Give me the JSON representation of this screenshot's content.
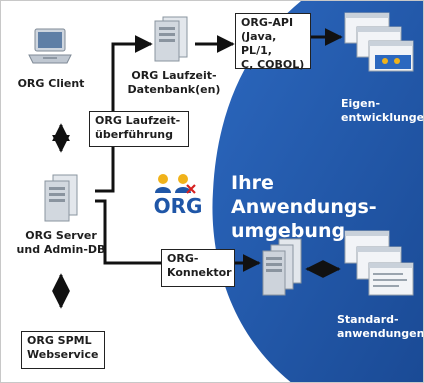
{
  "labels": {
    "org_client": "ORG Client",
    "org_laufzeit_db": "ORG Laufzeit-\nDatenbank(en)",
    "org_api": "ORG-API\n(Java, PL/1,\nC, COBOL)",
    "eigenentwicklungen": "Eigen-\nentwicklungen",
    "org_laufzeitueberfuehrung": "ORG Laufzeit-\nüberführung",
    "org_logo": "ORG",
    "ihre_anwendungsumgebung": "Ihre Anwendungs-\numgebung",
    "org_server": "ORG Server\nund Admin-DB",
    "org_konnektor": "ORG-\nKonnektor",
    "standardanwendungen": "Standard-\nanwendungen",
    "org_spml": "ORG SPML\nWebservice"
  },
  "colors": {
    "environment_blue": "#1f56a7",
    "logo_blue": "#1f56a7",
    "arrow": "#111111"
  }
}
